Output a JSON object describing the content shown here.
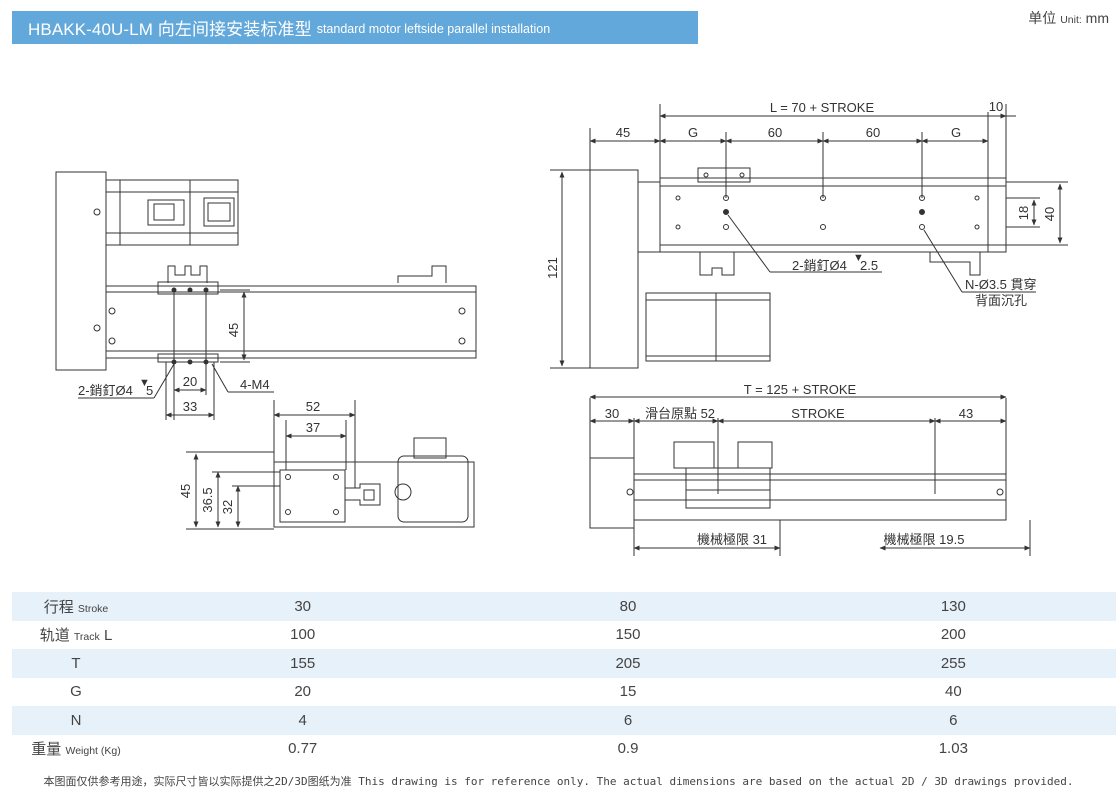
{
  "header": {
    "title": "HBAKK-40U-LM 向左间接安装标准型",
    "subtitle": "standard motor leftside parallel installation",
    "unit_label": "单位",
    "unit_en": "Unit:",
    "unit_value": "mm"
  },
  "drawing_labels": {
    "d45": "45",
    "d20": "20",
    "d33": "33",
    "pin_left": "2-銷釘Ø4",
    "pin_left_depth": "5",
    "m4": "4-M4",
    "d52": "52",
    "d37": "37",
    "d45b": "45",
    "d36_5": "36.5",
    "d32": "32",
    "track_l": "L = 70 + STROKE",
    "d10": "10",
    "d45c": "45",
    "g1": "G",
    "d60a": "60",
    "d60b": "60",
    "g2": "G",
    "d121": "121",
    "d18": "18",
    "d40": "40",
    "pin_right": "2-銷釘Ø4",
    "pin_right_depth": "2.5",
    "hole": "N-Ø3.5 貫穿",
    "hole2": "背面沉孔",
    "t_total": "T = 125 + STROKE",
    "d30": "30",
    "origin": "滑台原點 52",
    "stroke": "STROKE",
    "d43": "43",
    "mech1": "機械極限 31",
    "mech2": "機械極限 19.5"
  },
  "spec_table": [
    {
      "label": "行程",
      "label_en": "Stroke",
      "values": [
        "30",
        "80",
        "130"
      ]
    },
    {
      "label": "轨道",
      "label_en": "Track",
      "label_suffix": "L",
      "values": [
        "100",
        "150",
        "200"
      ]
    },
    {
      "label": "T",
      "label_en": "",
      "values": [
        "155",
        "205",
        "255"
      ]
    },
    {
      "label": "G",
      "label_en": "",
      "values": [
        "20",
        "15",
        "40"
      ]
    },
    {
      "label": "N",
      "label_en": "",
      "values": [
        "4",
        "6",
        "6"
      ]
    },
    {
      "label": "重量",
      "label_en": "Weight (Kg)",
      "values": [
        "0.77",
        "0.9",
        "1.03"
      ]
    }
  ],
  "footnote": "本图面仅供参考用途，实际尺寸皆以实际提供之2D/3D图纸为准 This drawing is for reference only. The actual dimensions are based on the actual 2D / 3D drawings provided.",
  "colors": {
    "title_bg": "#62a8da",
    "row_stripe": "#e7f1fa",
    "line": "#333333"
  }
}
